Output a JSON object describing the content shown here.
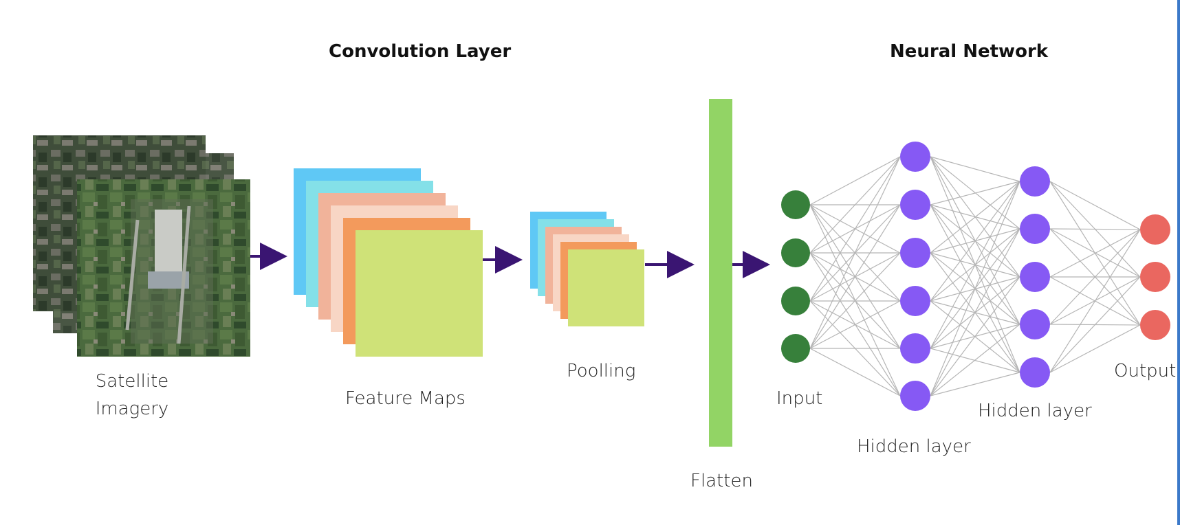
{
  "titles": {
    "convolution": "Convolution Layer",
    "neural_network": "Neural Network"
  },
  "labels": {
    "satellite_line1": "Satellite",
    "satellite_line2": "Imagery",
    "feature_maps": "Feature Maps",
    "pooling": "Poolling",
    "flatten": "Flatten",
    "input": "Input",
    "hidden_layer_1": "Hidden layer",
    "hidden_layer_2": "Hidden layer",
    "output": "Output"
  },
  "colors": {
    "arrow": "#3a1572",
    "flatten_bar": "#92d465",
    "input_node": "#37803b",
    "hidden_node": "#8659f4",
    "output_node": "#ea6760",
    "connection": "#b5b5b5",
    "map_blue": "#5fc8f5",
    "map_cyan": "#84e0e8",
    "map_salmon": "#f1b39a",
    "map_peach": "#f8d6c5",
    "map_orange": "#f39a5c",
    "map_lime": "#cfe278"
  },
  "network": {
    "layers": [
      {
        "role": "input",
        "nodes": 4
      },
      {
        "role": "hidden",
        "nodes": 6
      },
      {
        "role": "hidden",
        "nodes": 5
      },
      {
        "role": "output",
        "nodes": 3
      }
    ]
  }
}
